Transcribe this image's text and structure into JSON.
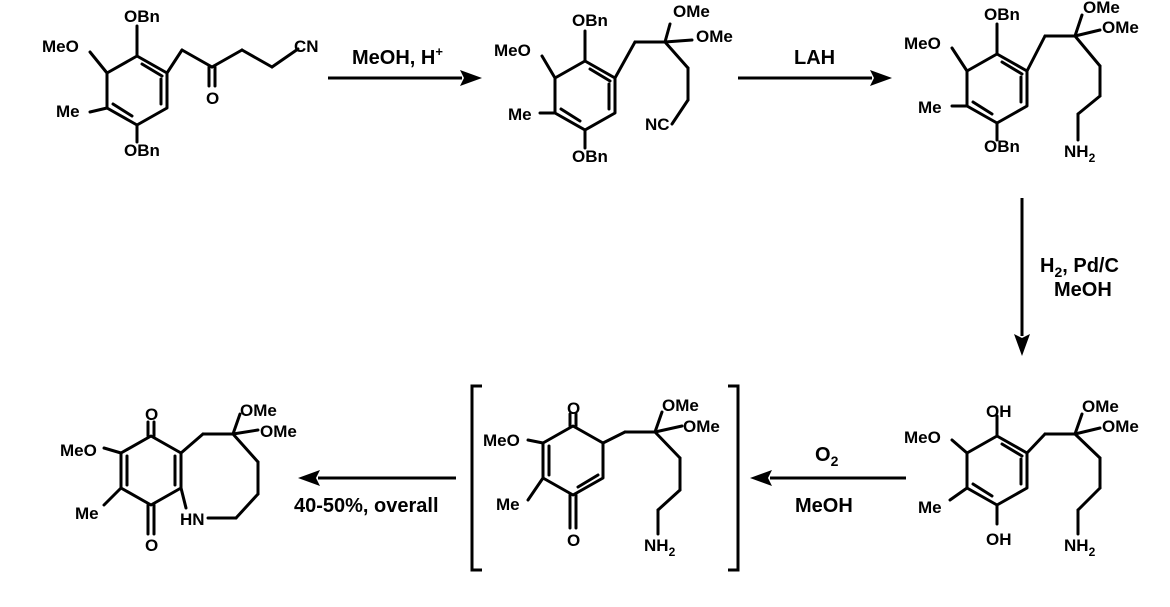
{
  "scheme": {
    "compound1": {
      "obn_top": "OBn",
      "meo": "MeO",
      "me": "Me",
      "obn_bottom": "OBn",
      "ketone_o": "O",
      "cn": "CN"
    },
    "step1": {
      "reagent_main": "MeOH, H",
      "reagent_sup": "+"
    },
    "compound2": {
      "obn_top": "OBn",
      "meo": "MeO",
      "me": "Me",
      "obn_bottom": "OBn",
      "ome1": "OMe",
      "ome2": "OMe",
      "nc": "NC"
    },
    "step2": {
      "reagent": "LAH"
    },
    "compound3": {
      "obn_top": "OBn",
      "meo": "MeO",
      "me": "Me",
      "obn_bottom": "OBn",
      "ome1": "OMe",
      "ome2": "OMe",
      "nh2_main": "NH",
      "nh2_sub": "2"
    },
    "step3": {
      "line1_main": "H",
      "line1_sub": "2",
      "line1_rest": ", Pd/C",
      "line2": "MeOH"
    },
    "compound4": {
      "oh_top": "OH",
      "meo": "MeO",
      "me": "Me",
      "oh_bottom": "OH",
      "ome1": "OMe",
      "ome2": "OMe",
      "nh2_main": "NH",
      "nh2_sub": "2"
    },
    "step4": {
      "line1_main": "O",
      "line1_sub": "2",
      "line2": "MeOH"
    },
    "intermediate": {
      "o_top": "O",
      "meo": "MeO",
      "me": "Me",
      "o_bottom": "O",
      "ome1": "OMe",
      "ome2": "OMe",
      "nh2_main": "NH",
      "nh2_sub": "2"
    },
    "step5": {
      "yield": "40-50%, overall"
    },
    "product": {
      "o_top": "O",
      "meo": "MeO",
      "me": "Me",
      "o_bottom": "O",
      "ome1": "OMe",
      "ome2": "OMe",
      "hn": "HN"
    }
  }
}
